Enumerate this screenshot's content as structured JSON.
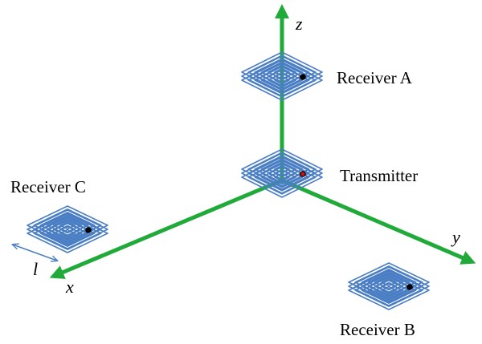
{
  "axes": {
    "z": "z",
    "y": "y",
    "x": "x",
    "color": "#1faa3a"
  },
  "coil_color": "#4a7ec4",
  "coils": [
    {
      "id": "receiver-a",
      "label": "Receiver A",
      "dot_color": "#000000"
    },
    {
      "id": "transmitter",
      "label": "Transmitter",
      "dot_color": "#cc1111"
    },
    {
      "id": "receiver-c",
      "label": "Receiver C",
      "dot_color": "#000000"
    },
    {
      "id": "receiver-b",
      "label": "Receiver B",
      "dot_color": "#000000"
    }
  ],
  "dimension": {
    "label": "l"
  }
}
